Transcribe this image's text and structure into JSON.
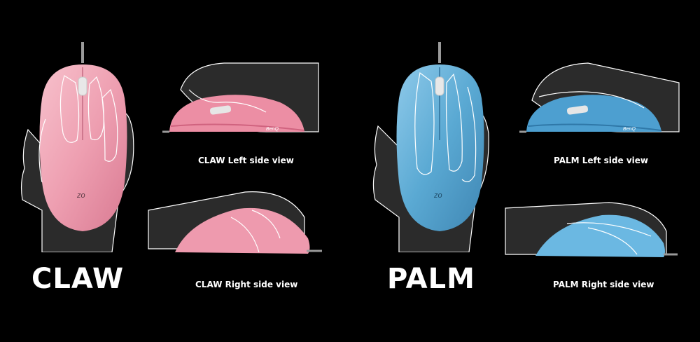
{
  "colors": {
    "background": "#000000",
    "claw_mouse": "#f2a3b5",
    "palm_mouse": "#5aa9d3",
    "hand_fill": "#2b2b2b",
    "outline": "#ffffff",
    "text": "#ffffff"
  },
  "claw": {
    "title": "CLAW",
    "left_view_caption": "CLAW Left side view",
    "right_view_caption": "CLAW Right side view",
    "brand_mark": "BenQ"
  },
  "palm": {
    "title": "PALM",
    "left_view_caption": "PALM Left side view",
    "right_view_caption": "PALM Right side view",
    "brand_mark": "BenQ"
  }
}
